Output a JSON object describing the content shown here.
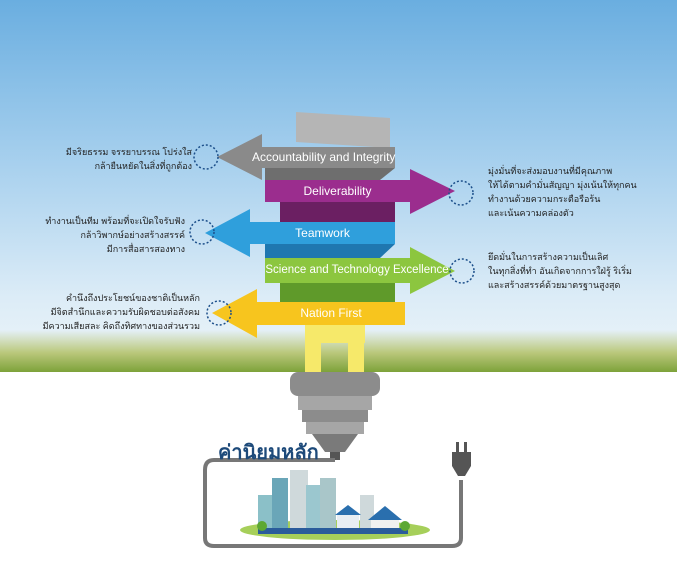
{
  "title": "ค่านิยมหลัก",
  "values": [
    {
      "label": "Accountability and Integrity",
      "color": "#8a8a8a",
      "direction": "left",
      "description": [
        "มีจริยธรรม จรรยาบรรณ โปร่งใส",
        "กล้ายืนหยัดในสิ่งที่ถูกต้อง"
      ]
    },
    {
      "label": "Deliverability",
      "color": "#9b2d8e",
      "direction": "right",
      "description": [
        "มุ่งมั่นที่จะส่งมอบงานที่มีคุณภาพ",
        "ให้ได้ตามคำมั่นสัญญา มุ่งเน้นให้ทุกคน",
        "ทำงานด้วยความกระตือรือร้น",
        "และเน้นความคล่องตัว"
      ]
    },
    {
      "label": "Teamwork",
      "color": "#2f9fdc",
      "direction": "left",
      "description": [
        "ทำงานเป็นทีม พร้อมที่จะเปิดใจรับฟัง",
        "กล้าวิพากษ์อย่างสร้างสรรค์",
        "มีการสื่อสารสองทาง"
      ]
    },
    {
      "label": "Science and Technology Excellence",
      "color": "#8cc63f",
      "direction": "right",
      "description": [
        "ยึดมั่นในการสร้างความเป็นเลิศ",
        "ในทุกสิ่งที่ทำ อันเกิดจากการใฝ่รู้ ริเริ่ม",
        "และสร้างสรรค์ด้วยมาตรฐานสูงสุด"
      ]
    },
    {
      "label": "Nation First",
      "color": "#f7c51e",
      "direction": "left",
      "description": [
        "คำนึงถึงประโยชน์ของชาติเป็นหลัก",
        "มีจิตสำนึกและความรับผิดชอบต่อสังคม",
        "มีความเสียสละ คิดถึงทิศทางของส่วนรวม"
      ]
    }
  ]
}
